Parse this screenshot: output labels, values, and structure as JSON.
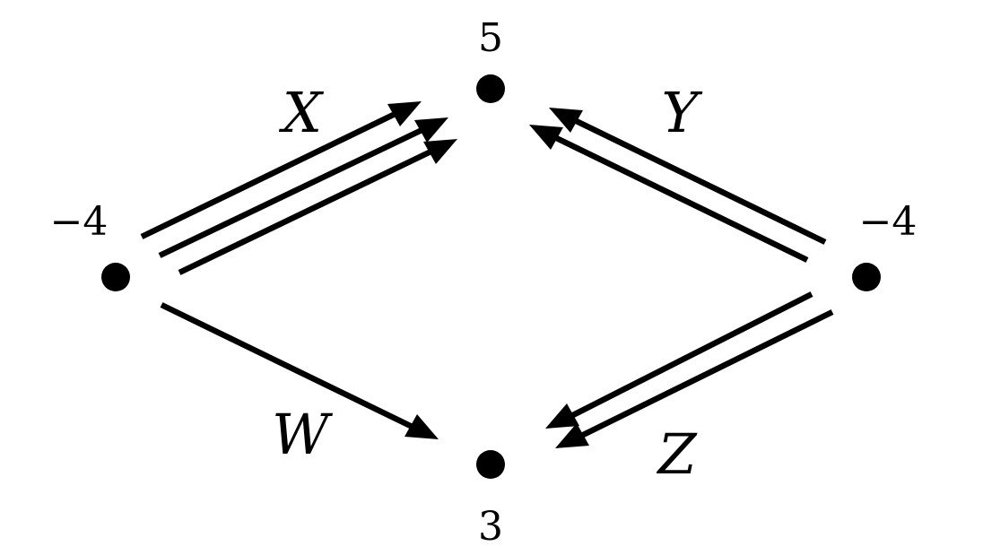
{
  "nodes": {
    "left": {
      "label": "−4"
    },
    "top": {
      "label": "5"
    },
    "right": {
      "label": "−4"
    },
    "bottom": {
      "label": "3"
    }
  },
  "edges": {
    "x": {
      "label": "X",
      "from": "left",
      "to": "top",
      "count": 3
    },
    "y": {
      "label": "Y",
      "from": "right",
      "to": "top",
      "count": 2
    },
    "z": {
      "label": "Z",
      "from": "right",
      "to": "bottom",
      "count": 2
    },
    "w": {
      "label": "W",
      "from": "left",
      "to": "bottom",
      "count": 1
    }
  },
  "colors": {
    "ink": "#000000",
    "background": "#ffffff"
  }
}
